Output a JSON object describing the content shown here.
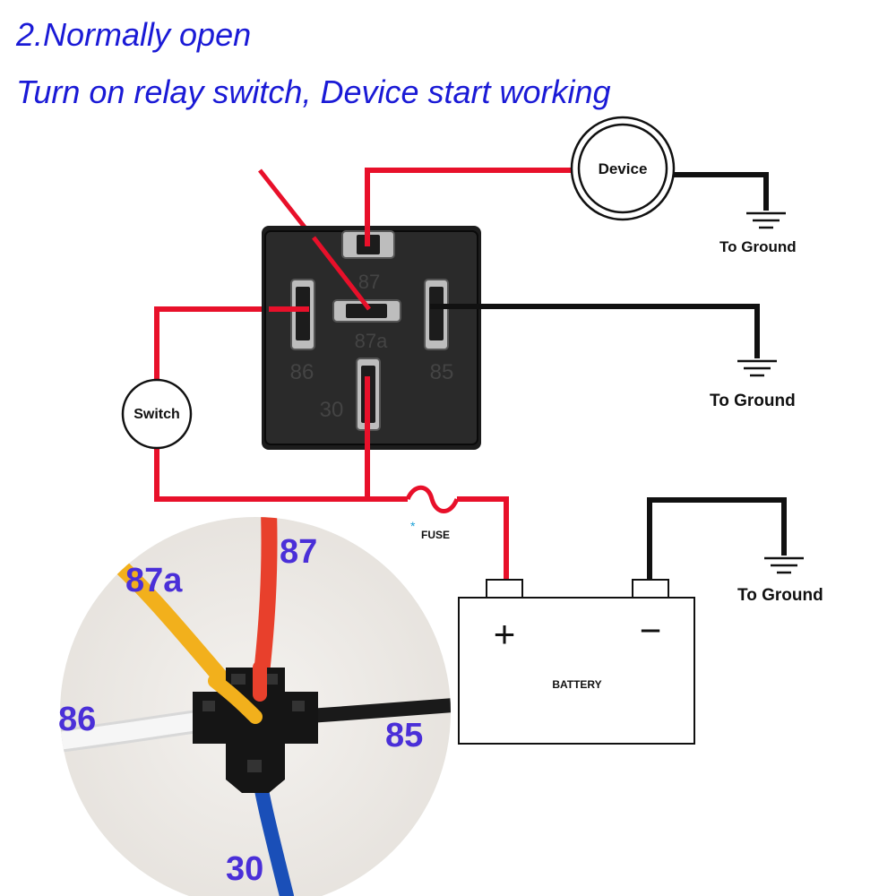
{
  "header": {
    "title": "2.Normally open",
    "subtitle": "Turn on relay switch, Device start working"
  },
  "labels": {
    "device": "Device",
    "switch": "Switch",
    "to_ground": "To Ground",
    "fuse": "FUSE",
    "battery": "BATTERY",
    "plus": "+",
    "minus": "−"
  },
  "relay_pins": [
    "87",
    "87a",
    "86",
    "85",
    "30"
  ],
  "wire_pins": {
    "p87": "87",
    "p87a": "87a",
    "p86": "86",
    "p85": "85",
    "p30": "30"
  },
  "colors": {
    "title": "#1a1ad6",
    "red_wire": "#e8102a",
    "black_wire": "#111111",
    "relay_body": "#1c1c1c",
    "pin_label": "#4a2fd8",
    "wire_yellow": "#f2b01c",
    "wire_blue": "#1a4fb8",
    "wire_red": "#e8402c"
  }
}
